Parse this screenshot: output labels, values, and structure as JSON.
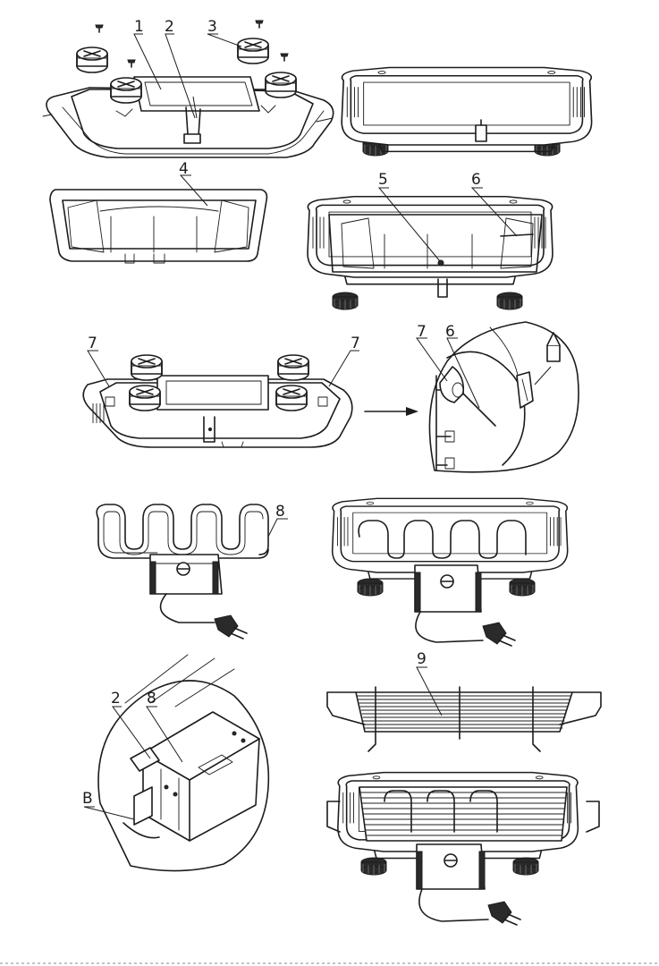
{
  "callouts": {
    "n1": "1",
    "n2": "2",
    "n3": "3",
    "n4": "4",
    "n5": "5",
    "n6": "6",
    "n7_left": "7",
    "n7_right": "7",
    "n7_detail": "7",
    "n6_detail": "6",
    "n8": "8",
    "n8_detail": "8",
    "n2_detail": "2",
    "n9": "9",
    "nB": "B"
  },
  "colors": {
    "line": "#1c1c1c",
    "background": "#ffffff",
    "foot": "#2a2a2a"
  }
}
